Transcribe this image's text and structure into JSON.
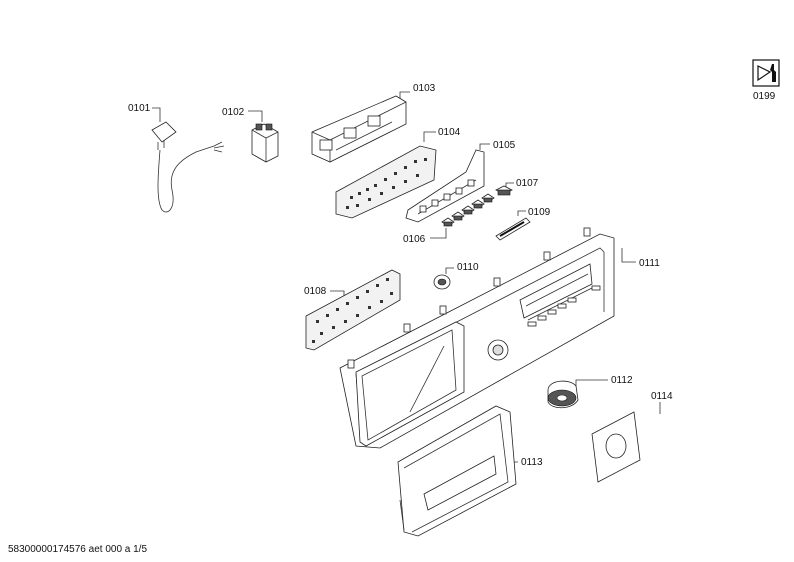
{
  "labels": {
    "p0101": "0101",
    "p0102": "0102",
    "p0103": "0103",
    "p0104": "0104",
    "p0105": "0105",
    "p0106": "0106",
    "p0107": "0107",
    "p0108": "0108",
    "p0109": "0109",
    "p0110": "0110",
    "p0111": "0111",
    "p0112": "0112",
    "p0113": "0113",
    "p0114": "0114",
    "p0199": "0199"
  },
  "footer": "58300000174576 aet 000 a 1/5",
  "icons": [
    "tool-service-icon"
  ]
}
